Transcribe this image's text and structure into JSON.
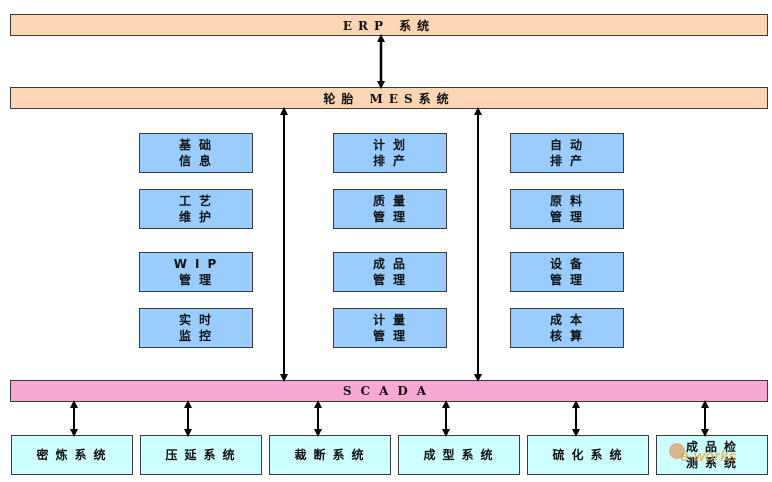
{
  "erp": "ERP 系统",
  "mes": "轮胎 MES系统",
  "scada": "SCADA",
  "modules": [
    [
      "基础",
      "信息"
    ],
    [
      "计划",
      "排产"
    ],
    [
      "自动",
      "排产"
    ],
    [
      "工艺",
      "维护"
    ],
    [
      "质量",
      "管理"
    ],
    [
      "原料",
      "管理"
    ],
    [
      "WIP",
      "管理"
    ],
    [
      "成品",
      "管理"
    ],
    [
      "设备",
      "管理"
    ],
    [
      "实时",
      "监控"
    ],
    [
      "计量",
      "管理"
    ],
    [
      "成本",
      "核算"
    ]
  ],
  "subsystems": [
    [
      "密炼系统"
    ],
    [
      "压延系统"
    ],
    [
      "裁断系统"
    ],
    [
      "成型系统"
    ],
    [
      "硫化系统"
    ],
    [
      "成品检",
      "测系统"
    ]
  ],
  "watermark": "e-works",
  "colors": {
    "erp_mes": "#fcd5b4",
    "scada": "#f9a7d4",
    "module": "#99ccff",
    "subsystem": "#ccffff"
  }
}
